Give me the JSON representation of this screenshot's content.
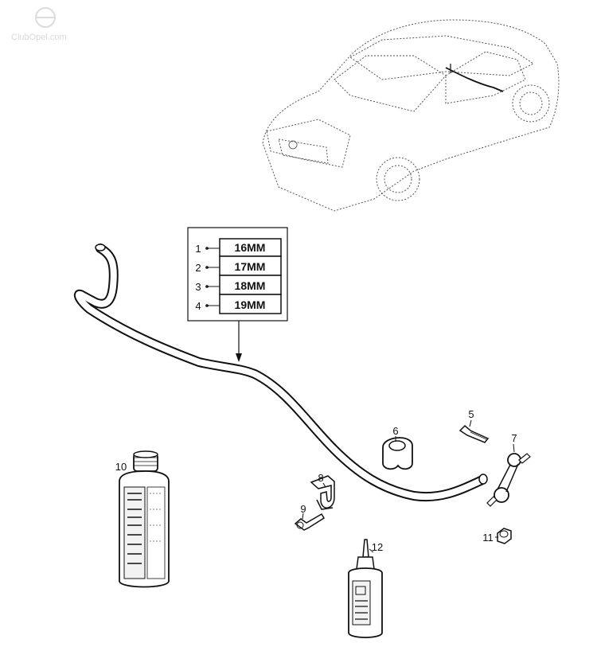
{
  "watermark": "ClubOpel.com",
  "size_table": {
    "rows": [
      {
        "num": "1",
        "size": "16MM"
      },
      {
        "num": "2",
        "size": "17MM"
      },
      {
        "num": "3",
        "size": "18MM"
      },
      {
        "num": "4",
        "size": "19MM"
      }
    ]
  },
  "callouts": {
    "c5": "5",
    "c6": "6",
    "c7": "7",
    "c8": "8",
    "c9": "9",
    "c10": "10",
    "c11": "11",
    "c12": "12"
  }
}
